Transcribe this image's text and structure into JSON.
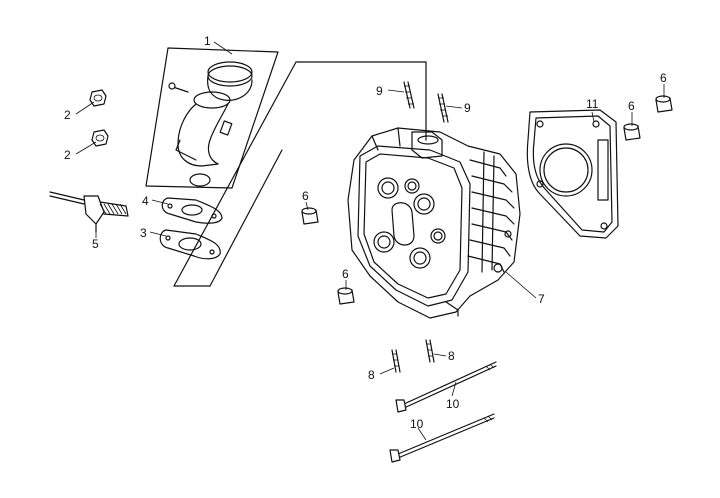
{
  "colors": {
    "ink": "#111111",
    "background": "#ffffff"
  },
  "callouts": [
    {
      "id": "c1",
      "text": "1"
    },
    {
      "id": "c2a",
      "text": "2"
    },
    {
      "id": "c2b",
      "text": "2"
    },
    {
      "id": "c3",
      "text": "3"
    },
    {
      "id": "c4",
      "text": "4"
    },
    {
      "id": "c5",
      "text": "5"
    },
    {
      "id": "c6a",
      "text": "6"
    },
    {
      "id": "c6b",
      "text": "6"
    },
    {
      "id": "c6c",
      "text": "6"
    },
    {
      "id": "c6d",
      "text": "6"
    },
    {
      "id": "c7",
      "text": "7"
    },
    {
      "id": "c8a",
      "text": "8"
    },
    {
      "id": "c8b",
      "text": "8"
    },
    {
      "id": "c9a",
      "text": "9"
    },
    {
      "id": "c9b",
      "text": "9"
    },
    {
      "id": "c10a",
      "text": "10"
    },
    {
      "id": "c10b",
      "text": "10"
    },
    {
      "id": "c11",
      "text": "11"
    }
  ]
}
